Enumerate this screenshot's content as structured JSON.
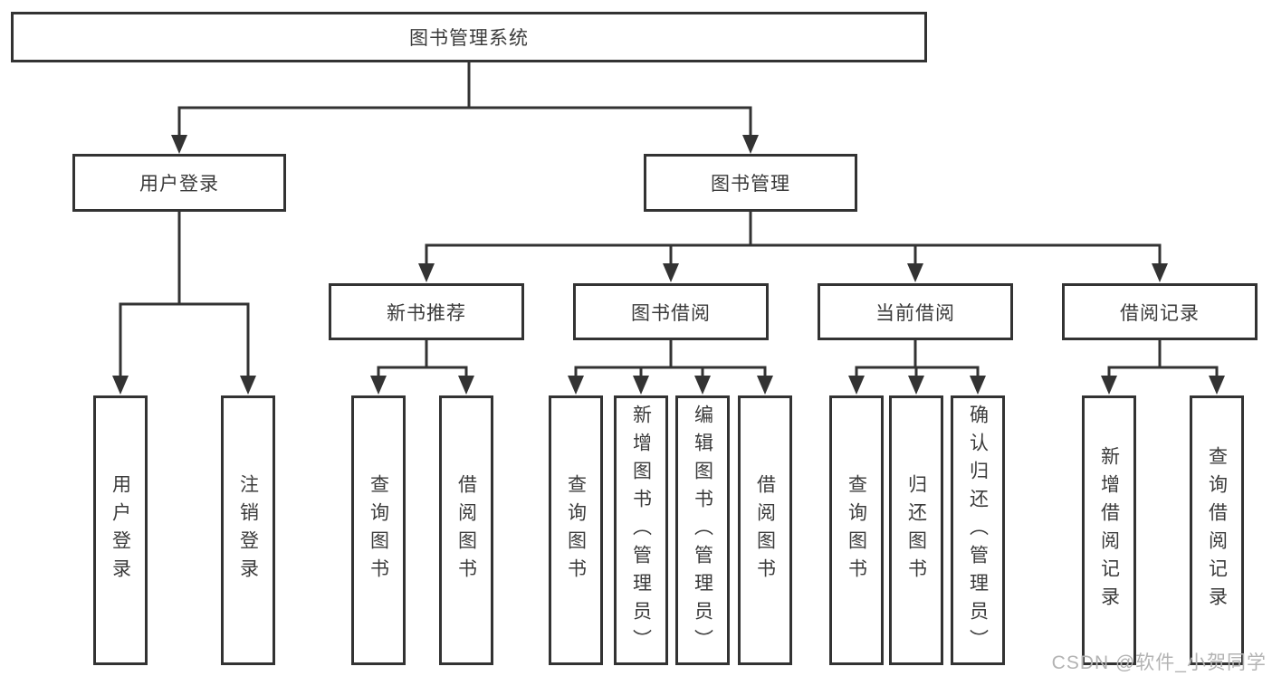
{
  "diagram": {
    "root": "图书管理系统",
    "level2": [
      "用户登录",
      "图书管理"
    ],
    "level3": [
      "新书推荐",
      "图书借阅",
      "当前借阅",
      "借阅记录"
    ],
    "level4": {
      "user_login": [
        "用户登录",
        "注销登录"
      ],
      "new_book_recommend": [
        "查询图书",
        "借阅图书"
      ],
      "book_borrow": [
        "查询图书",
        "新增图书（管理员）",
        "编辑图书（管理员）",
        "借阅图书"
      ],
      "current_borrow": [
        "查询图书",
        "归还图书",
        "确认归还（管理员）"
      ],
      "borrow_records": [
        "新增借阅记录",
        "查询借阅记录"
      ]
    },
    "watermark": "CSDN @软件_小贺同学",
    "colors": {
      "line": "#333333",
      "text": "#3b3b3b",
      "watermark": "#b3b3b3",
      "background": "#ffffff"
    }
  }
}
